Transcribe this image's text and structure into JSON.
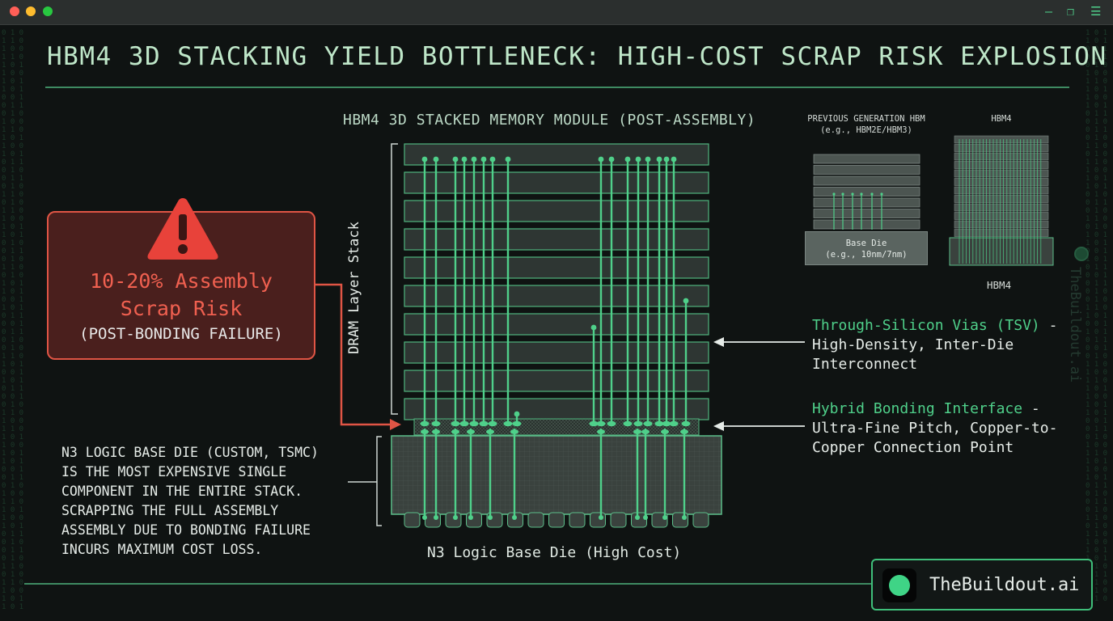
{
  "window": {
    "controls": [
      "–",
      "❐",
      "☰"
    ],
    "colors": {
      "close": "#ff5f57",
      "minimize": "#febc2e",
      "maximize": "#28c840"
    }
  },
  "title": "HBM4 3D STACKING YIELD BOTTLENECK: HIGH-COST SCRAP RISK EXPLOSION",
  "module_title": "HBM4 3D STACKED MEMORY MODULE (POST-ASSEMBLY)",
  "dram_axis_label": "DRAM Layer Stack",
  "scrap": {
    "icon": "warning-triangle-icon",
    "line1": "10-20% Assembly",
    "line2": "Scrap Risk",
    "line3": "(POST-BONDING FAILURE)"
  },
  "description": "N3 LOGIC BASE DIE (CUSTOM, TSMC)\nIS THE MOST EXPENSIVE SINGLE\nCOMPONENT IN THE ENTIRE STACK.\nSCRAPPING THE FULL ASSEMBLY\nASSEMBLY DUE TO BONDING FAILURE\nINCURS MAXIMUM COST LOSS.",
  "tsv_label": {
    "highlight": "Through-Silicon Vias (TSV)",
    "rest": " -\n High-Density, Inter-Die\nInterconnect"
  },
  "bonding_label": {
    "highlight": "Hybrid Bonding Interface",
    "rest": " -\nUltra-Fine Pitch, Copper-to-\nCopper Connection Point"
  },
  "base_die_caption": "N3 Logic Base Die (High Cost)",
  "comparison": {
    "prev_title": "PREVIOUS GENERATION HBM\n(e.g., HBM2E/HBM3)",
    "hbm4_title": "HBM4",
    "hbm4_label": "HBM4",
    "base_die_small": "Base Die\n(e.g., 10nm/7nm)"
  },
  "brand": {
    "name": "TheBuildout.ai",
    "icon": "brand-circle-icon",
    "accent": "#3fd486"
  },
  "watermark": "TheBuildout.ai",
  "colors": {
    "accent": "#4fd08a",
    "danger": "#e05545",
    "layer": "#2c3431"
  }
}
